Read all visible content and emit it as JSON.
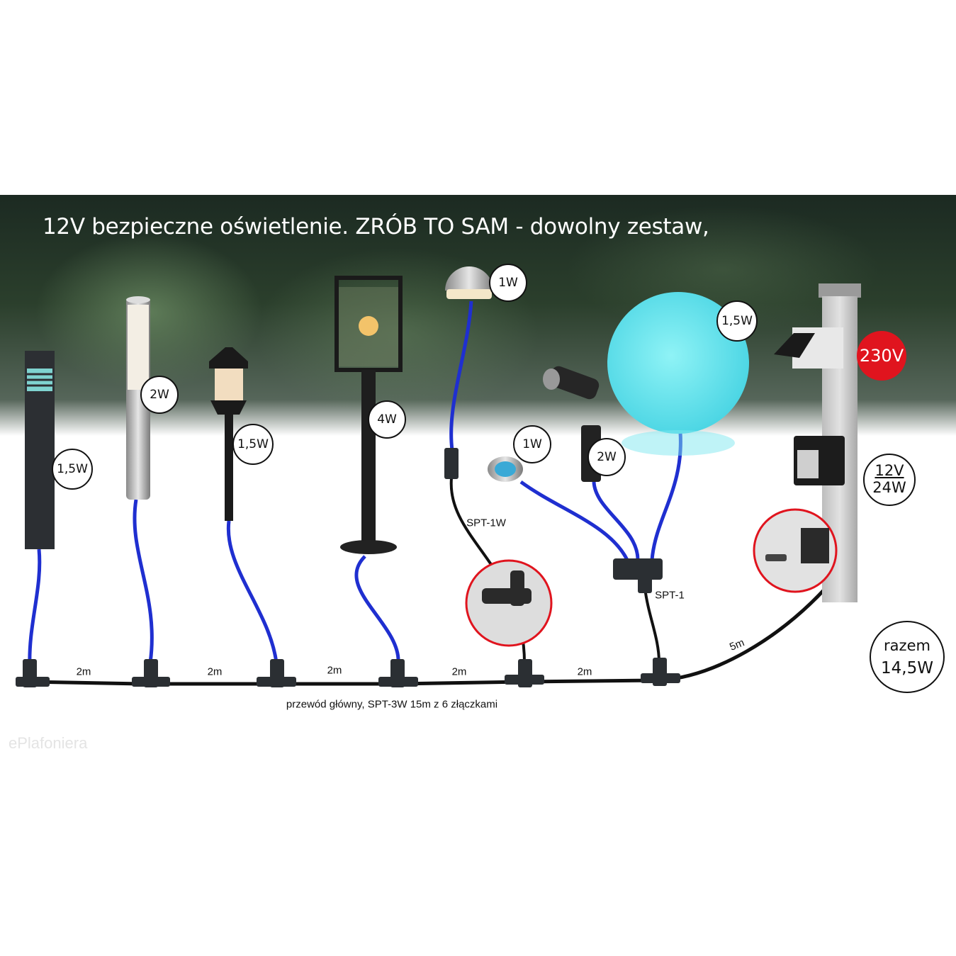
{
  "title": "12V bezpieczne oświetlenie. ZRÓB TO SAM - dowolny zestaw,",
  "lamps": [
    {
      "name": "stone-bollard",
      "power": "1,5W"
    },
    {
      "name": "steel-bollard",
      "power": "2W"
    },
    {
      "name": "lantern-bollard",
      "power": "1,5W"
    },
    {
      "name": "lantern-post",
      "power": "4W"
    },
    {
      "name": "dome-lamp",
      "power": "1W"
    },
    {
      "name": "recessed-spot",
      "power": "1W"
    },
    {
      "name": "spike-spot",
      "power": "2W"
    },
    {
      "name": "glow-ball",
      "power": "1,5W"
    }
  ],
  "power_source": {
    "mains": "230V",
    "transformer_voltage": "12V",
    "transformer_power": "24W"
  },
  "total": {
    "label": "razem",
    "value": "14,5W"
  },
  "cables": {
    "spt1w": "SPT-1W",
    "spt1": "SPT-1",
    "segments": [
      "2m",
      "2m",
      "2m",
      "2m",
      "2m"
    ],
    "feed_length": "5m",
    "main_caption": "przewód główny, SPT-3W 15m z 6 złączkami"
  },
  "watermark": "ePlafoniera",
  "colors": {
    "cable_blue": "#1f2fd0",
    "mains_red": "#e0141e",
    "ball_cyan": "#6fe6ee"
  }
}
